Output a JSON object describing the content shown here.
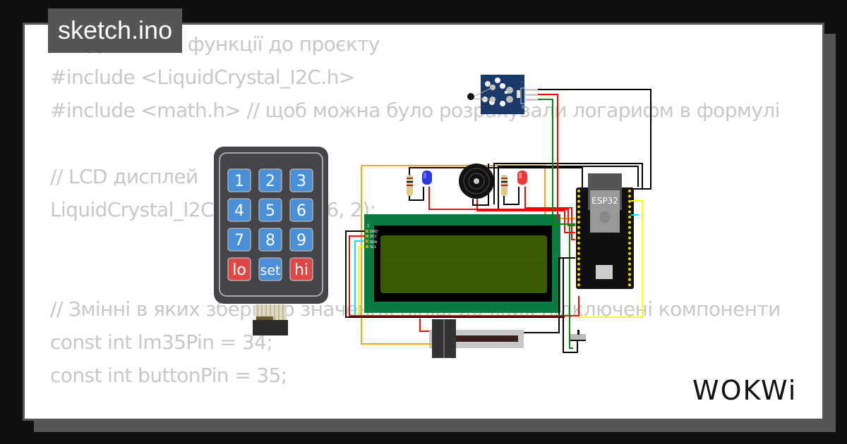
{
  "file": {
    "name": "sketch.ino"
  },
  "code_lines": [
    "// Підключені функції до проєкту",
    "#include <LiquidCrystal_I2C.h>",
    "#include <math.h> // щоб можна було розрахували логарифм в формулі",
    "",
    "// LCD дисплей",
    "LiquidCrystal_I2C lcd(0x27, 16, 2);",
    "",
    "",
    "// Змінні в яких зберігаю значення пінів, до яких підключені компоненти",
    "const int lm35Pin = 34;",
    "const int buttonPin = 35;"
  ],
  "keypad": {
    "keys": [
      {
        "label": "1",
        "color": "#4a90d9"
      },
      {
        "label": "2",
        "color": "#4a90d9"
      },
      {
        "label": "3",
        "color": "#4a90d9"
      },
      {
        "label": "4",
        "color": "#4a90d9"
      },
      {
        "label": "5",
        "color": "#4a90d9"
      },
      {
        "label": "6",
        "color": "#4a90d9"
      },
      {
        "label": "7",
        "color": "#4a90d9"
      },
      {
        "label": "8",
        "color": "#4a90d9"
      },
      {
        "label": "9",
        "color": "#4a90d9"
      },
      {
        "label": "lo",
        "color": "#e04848"
      },
      {
        "label": "set",
        "color": "#4a90d9"
      },
      {
        "label": "hi",
        "color": "#e04848"
      }
    ]
  },
  "lcd": {
    "pins": [
      "GND",
      "VCC",
      "SDA",
      "SCL"
    ],
    "pin1_marker": "1"
  },
  "esp32": {
    "label": "ESP32"
  },
  "sensor": {
    "pin_labels": [
      "-",
      "",
      "S"
    ]
  },
  "brand": {
    "logo_text": "WOKWi"
  },
  "colors": {
    "background": "#111111",
    "frame": "#555555",
    "code_text": "#c8c8c8",
    "wire_red": "#ff0000",
    "wire_black": "#000000",
    "wire_green": "#008800",
    "wire_orange": "#ffa500",
    "wire_yellow": "#ffff00",
    "wire_cyan": "#00ffff",
    "lcd_board": "#0c7a43",
    "lcd_screen": "#3a5a00",
    "sensor_board": "#1b3a6b"
  }
}
